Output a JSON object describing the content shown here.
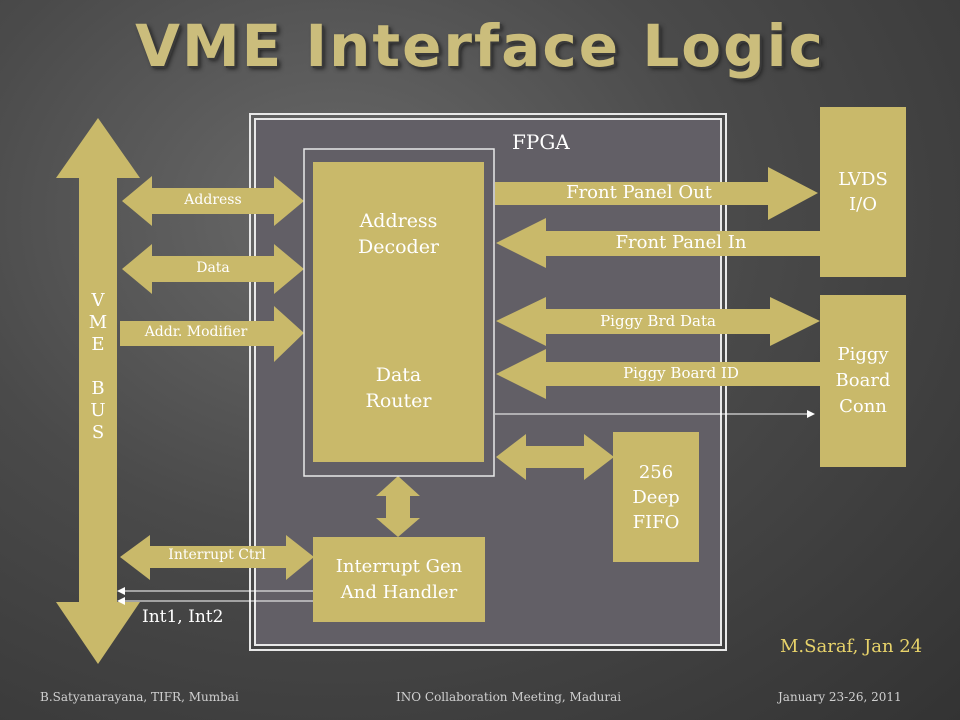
{
  "title": "VME Interface Logic",
  "fpga_label": "FPGA",
  "vme_bus_letters": [
    "V",
    "M",
    "E",
    "",
    "B",
    "U",
    "S"
  ],
  "bus_arrows": {
    "address": "Address",
    "data": "Data",
    "addr_modifier": "Addr. Modifier",
    "interrupt_ctrl": "Interrupt Ctrl"
  },
  "address_decoder": [
    "Address",
    "Decoder"
  ],
  "data_router": [
    "Data",
    "Router"
  ],
  "interrupt_gen": [
    "Interrupt Gen",
    "And Handler"
  ],
  "fifo": [
    "256",
    "Deep",
    "FIFO"
  ],
  "lvds": [
    "LVDS",
    "I/O"
  ],
  "piggy_board": [
    "Piggy",
    "Board",
    "Conn"
  ],
  "signals": {
    "front_panel_out": "Front Panel Out",
    "front_panel_in": "Front Panel In",
    "piggy_brd_data": "Piggy Brd Data",
    "piggy_board_id": "Piggy Board ID",
    "interrupts": "Int1, Int2"
  },
  "author": "M.Saraf, Jan 24",
  "footer": {
    "left": "B.Satyanarayana, TIFR, Mumbai",
    "center": "INO Collaboration Meeting, Madurai",
    "right": "January 23-26, 2011"
  },
  "colors": {
    "box_fill": "#c9b96a",
    "title": "#cbbd7c",
    "author": "#e8d36a",
    "fpga_fill": "#625f66"
  }
}
